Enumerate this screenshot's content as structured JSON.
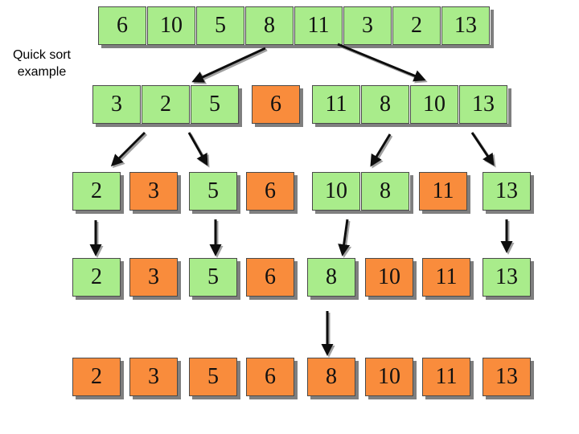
{
  "caption": "Quick sort example",
  "colors": {
    "cell": "#a9ec8b",
    "pivot": "#f98c3c",
    "shadow": "#7f7f7f"
  },
  "rows": [
    {
      "cells": [
        {
          "v": "6"
        },
        {
          "v": "10"
        },
        {
          "v": "5"
        },
        {
          "v": "8"
        },
        {
          "v": "11"
        },
        {
          "v": "3"
        },
        {
          "v": "2"
        },
        {
          "v": "13"
        }
      ]
    },
    {
      "cells": [
        {
          "v": "3"
        },
        {
          "v": "2"
        },
        {
          "v": "5"
        },
        {
          "v": "6",
          "pivot": true
        },
        {
          "v": "11"
        },
        {
          "v": "8"
        },
        {
          "v": "10"
        },
        {
          "v": "13"
        }
      ]
    },
    {
      "cells": [
        {
          "v": "2"
        },
        {
          "v": "3",
          "pivot": true
        },
        {
          "v": "5"
        },
        {
          "v": "6",
          "pivot": true
        },
        {
          "v": "10"
        },
        {
          "v": "8"
        },
        {
          "v": "11",
          "pivot": true
        },
        {
          "v": "13"
        }
      ]
    },
    {
      "cells": [
        {
          "v": "2"
        },
        {
          "v": "3",
          "pivot": true
        },
        {
          "v": "5"
        },
        {
          "v": "6",
          "pivot": true
        },
        {
          "v": "8"
        },
        {
          "v": "10",
          "pivot": true
        },
        {
          "v": "11",
          "pivot": true
        },
        {
          "v": "13"
        }
      ]
    },
    {
      "cells": [
        {
          "v": "2",
          "pivot": true
        },
        {
          "v": "3",
          "pivot": true
        },
        {
          "v": "5",
          "pivot": true
        },
        {
          "v": "6",
          "pivot": true
        },
        {
          "v": "8",
          "pivot": true
        },
        {
          "v": "10",
          "pivot": true
        },
        {
          "v": "11",
          "pivot": true
        },
        {
          "v": "13",
          "pivot": true
        }
      ]
    }
  ]
}
